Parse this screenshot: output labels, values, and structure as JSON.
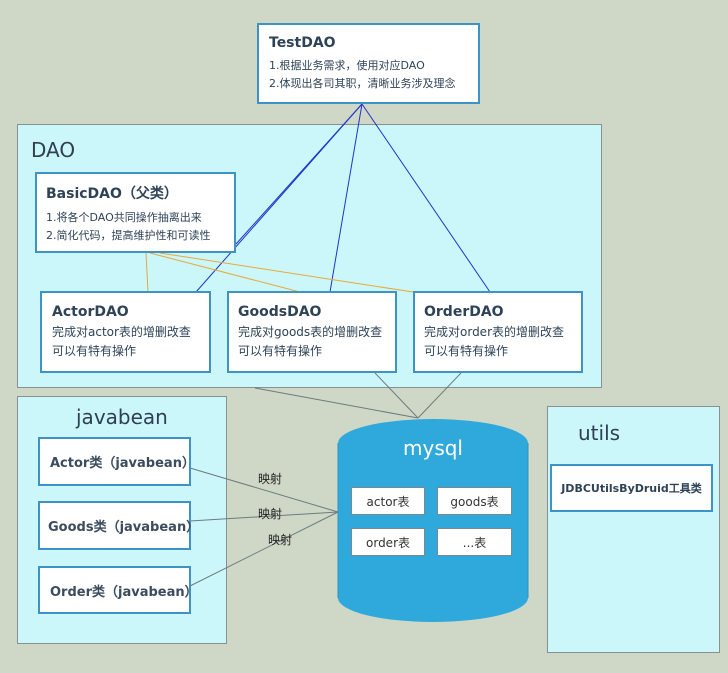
{
  "testdao": {
    "title": "TestDAO",
    "lines": [
      "1.根据业务需求，使用对应DAO",
      "2.体现出各司其职，清晰业务涉及理念"
    ]
  },
  "dao_panel": {
    "title": "DAO"
  },
  "basicdao": {
    "title": "BasicDAO（父类）",
    "lines": [
      "1.将各个DAO共同操作抽离出来",
      "2.简化代码，提高维护性和可读性"
    ]
  },
  "actordao": {
    "title": "ActorDAO",
    "lines": [
      "完成对actor表的增删改查",
      "可以有特有操作"
    ]
  },
  "goodsdao": {
    "title": "GoodsDAO",
    "lines": [
      "完成对goods表的增删改查",
      "可以有特有操作"
    ]
  },
  "orderdao": {
    "title": "OrderDAO",
    "lines": [
      "完成对order表的增删改查",
      "可以有特有操作"
    ]
  },
  "javabean_panel": {
    "title": "javabean",
    "items": [
      "Actor类（javabean）",
      "Goods类（javabean）",
      "Order类（javabean）"
    ]
  },
  "mysql": {
    "title": "mysql",
    "tables": [
      "actor表",
      "goods表",
      "order表",
      "...表"
    ]
  },
  "mapping_labels": [
    "映射",
    "映射",
    "映射"
  ],
  "utils_panel": {
    "title": "utils",
    "item": "JDBCUtilsByDruid工具类"
  },
  "colors": {
    "panel_bg": "#ccf7fa",
    "card_border": "#3d93c4",
    "blue_line": "#2233cc",
    "orange_line": "#e8a83a",
    "db_fill": "#2fa9dc"
  }
}
